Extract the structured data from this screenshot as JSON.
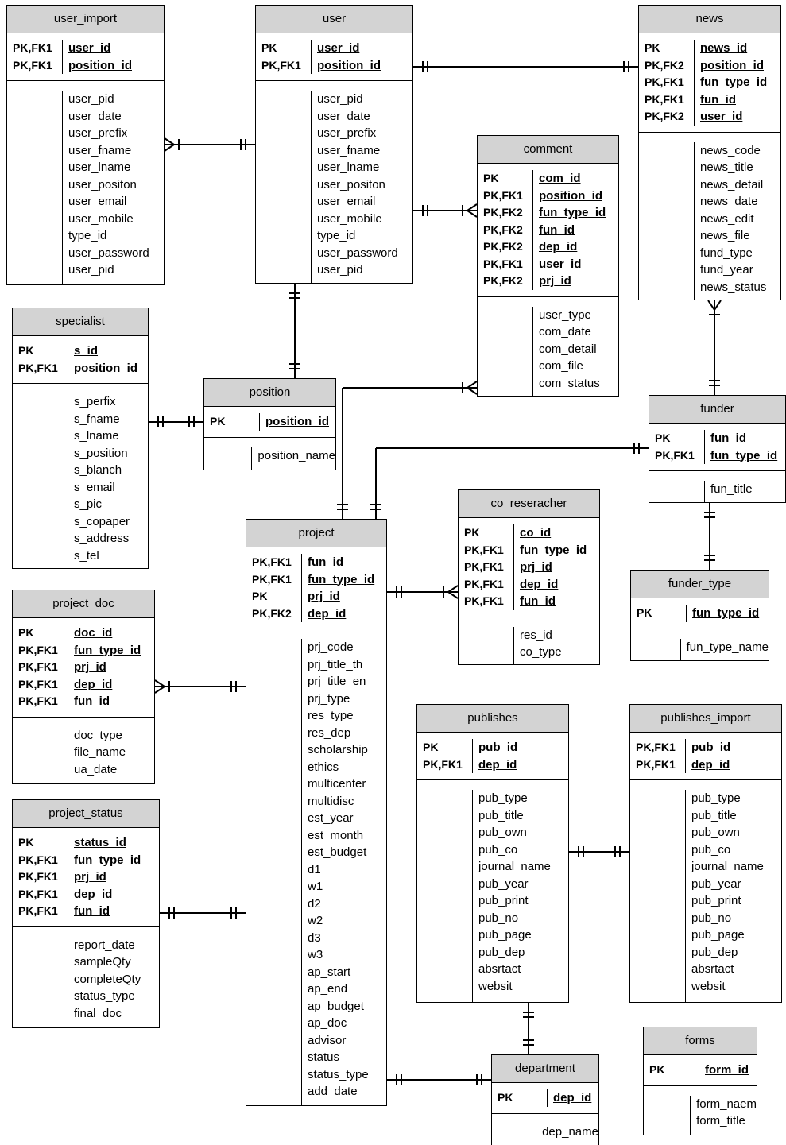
{
  "entities": {
    "user_import": {
      "name": "user_import",
      "keys": [
        {
          "k": "PK,FK1",
          "f": "user_id"
        },
        {
          "k": "PK,FK1",
          "f": "position_id"
        }
      ],
      "fields": [
        "user_pid",
        "user_date",
        "user_prefix",
        "user_fname",
        "user_lname",
        "user_positon",
        "user_email",
        "user_mobile",
        "type_id",
        "user_password",
        "user_pid"
      ]
    },
    "user": {
      "name": "user",
      "keys": [
        {
          "k": "PK",
          "f": "user_id"
        },
        {
          "k": "PK,FK1",
          "f": "position_id"
        }
      ],
      "fields": [
        "user_pid",
        "user_date",
        "user_prefix",
        "user_fname",
        "user_lname",
        "user_positon",
        "user_email",
        "user_mobile",
        "type_id",
        "user_password",
        "user_pid"
      ]
    },
    "news": {
      "name": "news",
      "keys": [
        {
          "k": "PK",
          "f": "news_id"
        },
        {
          "k": "PK,FK2",
          "f": "position_id"
        },
        {
          "k": "PK,FK1",
          "f": "fun_type_id"
        },
        {
          "k": "PK,FK1",
          "f": "fun_id"
        },
        {
          "k": "PK,FK2",
          "f": "user_id"
        }
      ],
      "fields": [
        "news_code",
        "news_title",
        "news_detail",
        "news_date",
        "news_edit",
        "news_file",
        "fund_type",
        "fund_year",
        "news_status"
      ]
    },
    "comment": {
      "name": "comment",
      "keys": [
        {
          "k": "PK",
          "f": "com_id"
        },
        {
          "k": "PK,FK1",
          "f": "position_id"
        },
        {
          "k": "PK,FK2",
          "f": "fun_type_id"
        },
        {
          "k": "PK,FK2",
          "f": "fun_id"
        },
        {
          "k": "PK,FK2",
          "f": "dep_id"
        },
        {
          "k": "PK,FK1",
          "f": "user_id"
        },
        {
          "k": "PK,FK2",
          "f": "prj_id"
        }
      ],
      "fields": [
        "user_type",
        "com_date",
        "com_detail",
        "com_file",
        "com_status"
      ]
    },
    "specialist": {
      "name": "specialist",
      "keys": [
        {
          "k": "PK",
          "f": "s_id"
        },
        {
          "k": "PK,FK1",
          "f": "position_id"
        }
      ],
      "fields": [
        "s_perfix",
        "s_fname",
        "s_lname",
        "s_position",
        "s_blanch",
        "s_email",
        "s_pic",
        "s_copaper",
        "s_address",
        "s_tel"
      ]
    },
    "position": {
      "name": "position",
      "keys": [
        {
          "k": "PK",
          "f": "position_id"
        }
      ],
      "fields": [
        "position_name"
      ]
    },
    "funder": {
      "name": "funder",
      "keys": [
        {
          "k": "PK",
          "f": "fun_id"
        },
        {
          "k": "PK,FK1",
          "f": "fun_type_id"
        }
      ],
      "fields": [
        "fun_title"
      ]
    },
    "project": {
      "name": "project",
      "keys": [
        {
          "k": "PK,FK1",
          "f": "fun_id"
        },
        {
          "k": "PK,FK1",
          "f": "fun_type_id"
        },
        {
          "k": "PK",
          "f": "prj_id"
        },
        {
          "k": "PK,FK2",
          "f": "dep_id"
        }
      ],
      "fields": [
        "prj_code",
        "prj_title_th",
        "prj_title_en",
        "prj_type",
        "res_type",
        "res_dep",
        "scholarship",
        "ethics",
        "multicenter",
        "multidisc",
        "est_year",
        "est_month",
        "est_budget",
        "d1",
        "w1",
        "d2",
        "w2",
        "d3",
        "w3",
        "ap_start",
        "ap_end",
        "ap_budget",
        "ap_doc",
        "advisor",
        "status",
        "status_type",
        "add_date"
      ]
    },
    "co_reseracher": {
      "name": "co_reseracher",
      "keys": [
        {
          "k": "PK",
          "f": "co_id"
        },
        {
          "k": "PK,FK1",
          "f": "fun_type_id"
        },
        {
          "k": "PK,FK1",
          "f": "prj_id"
        },
        {
          "k": "PK,FK1",
          "f": "dep_id"
        },
        {
          "k": "PK,FK1",
          "f": "fun_id"
        }
      ],
      "fields": [
        "res_id",
        "co_type"
      ]
    },
    "funder_type": {
      "name": "funder_type",
      "keys": [
        {
          "k": "PK",
          "f": "fun_type_id"
        }
      ],
      "fields": [
        "fun_type_name"
      ]
    },
    "project_doc": {
      "name": "project_doc",
      "keys": [
        {
          "k": "PK",
          "f": "doc_id"
        },
        {
          "k": "PK,FK1",
          "f": "fun_type_id"
        },
        {
          "k": "PK,FK1",
          "f": "prj_id"
        },
        {
          "k": "PK,FK1",
          "f": "dep_id"
        },
        {
          "k": "PK,FK1",
          "f": "fun_id"
        }
      ],
      "fields": [
        "doc_type",
        "file_name",
        "ua_date"
      ]
    },
    "publishes": {
      "name": "publishes",
      "keys": [
        {
          "k": "PK",
          "f": "pub_id"
        },
        {
          "k": "PK,FK1",
          "f": "dep_id"
        }
      ],
      "fields": [
        "pub_type",
        "pub_title",
        "pub_own",
        "pub_co",
        "journal_name",
        "pub_year",
        "pub_print",
        "pub_no",
        "pub_page",
        "pub_dep",
        "absrtact",
        "websit"
      ]
    },
    "publishes_import": {
      "name": "publishes_import",
      "keys": [
        {
          "k": "PK,FK1",
          "f": "pub_id"
        },
        {
          "k": "PK,FK1",
          "f": "dep_id"
        }
      ],
      "fields": [
        "pub_type",
        "pub_title",
        "pub_own",
        "pub_co",
        "journal_name",
        "pub_year",
        "pub_print",
        "pub_no",
        "pub_page",
        "pub_dep",
        "absrtact",
        "websit"
      ]
    },
    "project_status": {
      "name": "project_status",
      "keys": [
        {
          "k": "PK",
          "f": "status_id"
        },
        {
          "k": "PK,FK1",
          "f": "fun_type_id"
        },
        {
          "k": "PK,FK1",
          "f": "prj_id"
        },
        {
          "k": "PK,FK1",
          "f": "dep_id"
        },
        {
          "k": "PK,FK1",
          "f": "fun_id"
        }
      ],
      "fields": [
        "report_date",
        "sampleQty",
        "completeQty",
        "status_type",
        "final_doc"
      ]
    },
    "forms": {
      "name": "forms",
      "keys": [
        {
          "k": "PK",
          "f": "form_id"
        }
      ],
      "fields": [
        "form_naem",
        "form_title"
      ]
    },
    "department": {
      "name": "department",
      "keys": [
        {
          "k": "PK",
          "f": "dep_id"
        }
      ],
      "fields": [
        "dep_name"
      ]
    }
  },
  "relationships": [
    {
      "from": "user_import",
      "to": "user",
      "from_end": "many",
      "to_end": "one"
    },
    {
      "from": "user",
      "to": "news",
      "from_end": "one",
      "to_end": "one"
    },
    {
      "from": "user",
      "to": "comment",
      "from_end": "one",
      "to_end": "many"
    },
    {
      "from": "user",
      "to": "position",
      "from_end": "one",
      "to_end": "one"
    },
    {
      "from": "specialist",
      "to": "position",
      "from_end": "one",
      "to_end": "one"
    },
    {
      "from": "news",
      "to": "funder",
      "from_end": "many",
      "to_end": "one"
    },
    {
      "from": "project",
      "to": "comment",
      "from_end": "one",
      "to_end": "many"
    },
    {
      "from": "project",
      "to": "funder",
      "from_end": "one",
      "to_end": "one"
    },
    {
      "from": "funder",
      "to": "funder_type",
      "from_end": "one",
      "to_end": "one"
    },
    {
      "from": "project",
      "to": "co_reseracher",
      "from_end": "one",
      "to_end": "many"
    },
    {
      "from": "project_doc",
      "to": "project",
      "from_end": "many",
      "to_end": "one"
    },
    {
      "from": "project_status",
      "to": "project",
      "from_end": "one",
      "to_end": "one"
    },
    {
      "from": "project",
      "to": "department",
      "from_end": "one",
      "to_end": "one"
    },
    {
      "from": "publishes",
      "to": "publishes_import",
      "from_end": "one",
      "to_end": "one"
    },
    {
      "from": "publishes",
      "to": "department",
      "from_end": "one",
      "to_end": "one"
    }
  ]
}
